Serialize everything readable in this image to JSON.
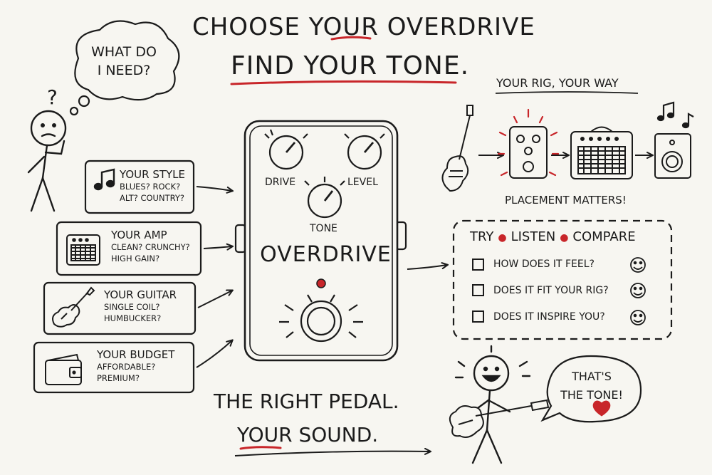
{
  "header": {
    "line1_a": "Choose",
    "line1_b": "Your",
    "line1_c": "Overdrive",
    "line2": "Find Your Tone."
  },
  "thought_bubble": {
    "line1": "What do",
    "line2": "I need?"
  },
  "question_mark": "?",
  "factors": [
    {
      "icon": "music-note-icon",
      "title": "Your Style",
      "line1": "Blues? Rock?",
      "line2": "Alt? Country?"
    },
    {
      "icon": "amp-icon",
      "title": "Your Amp",
      "line1": "Clean? Crunchy?",
      "line2": "High Gain?"
    },
    {
      "icon": "guitar-icon",
      "title": "Your Guitar",
      "line1": "Single Coil?",
      "line2": "Humbucker?"
    },
    {
      "icon": "wallet-icon",
      "title": "Your Budget",
      "line1": "Affordable?",
      "line2": "Premium?"
    }
  ],
  "pedal": {
    "knob_drive": "Drive",
    "knob_level": "Level",
    "knob_tone": "Tone",
    "name": "Overdrive"
  },
  "rig": {
    "heading": "Your Rig, Your Way",
    "note": "Placement matters!"
  },
  "checklist": {
    "steps": [
      "Try",
      "Listen",
      "Compare"
    ],
    "items": [
      "How does it feel?",
      "Does it fit your rig?",
      "Does it inspire you?"
    ]
  },
  "footer": {
    "line1": "The right pedal.",
    "line2_a": "Your",
    "line2_b": "Sound."
  },
  "speech_bubble": {
    "line1": "That's",
    "line2": "the tone!"
  },
  "colors": {
    "ink": "#1b1b1b",
    "accent": "#c8262a",
    "paper": "#f7f6f1"
  }
}
